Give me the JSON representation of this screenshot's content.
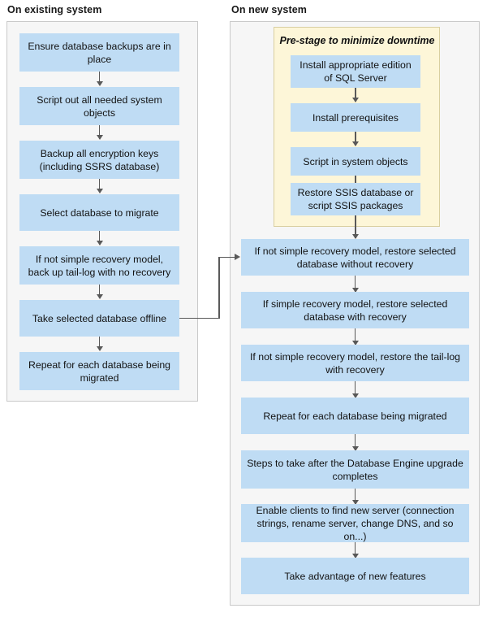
{
  "diagram": {
    "title_existing": "On existing system",
    "title_new": "On new system",
    "prestage_label": "Pre-stage to minimize downtime",
    "colors": {
      "node_fill": "#bfdcf4",
      "panel_fill": "#f6f6f6",
      "panel_border": "#c9c9c9",
      "prestage_fill": "#fdf6d8",
      "prestage_border": "#d9cfa0",
      "arrow": "#595959",
      "text": "#121212"
    }
  },
  "existing_system": {
    "steps": [
      {
        "id": "ensure-backups",
        "label": "Ensure database backups are in place"
      },
      {
        "id": "script-system-objects",
        "label": "Script out all needed system objects"
      },
      {
        "id": "backup-encryption-keys",
        "label": "Backup all encryption keys (including SSRS database)"
      },
      {
        "id": "select-database",
        "label": "Select database to migrate"
      },
      {
        "id": "backup-tail-log",
        "label": "If not simple recovery model, back up tail-log with no recovery"
      },
      {
        "id": "take-offline",
        "label": "Take selected database offline"
      },
      {
        "id": "repeat-each-database",
        "label": "Repeat for each database being migrated"
      }
    ]
  },
  "new_system": {
    "prestage_steps": [
      {
        "id": "install-sql-server",
        "label": "Install appropriate edition of SQL Server"
      },
      {
        "id": "install-prerequisites",
        "label": "Install prerequisites"
      },
      {
        "id": "script-in-system-objects",
        "label": "Script in system objects"
      },
      {
        "id": "restore-ssis",
        "label": "Restore SSIS database or script SSIS packages"
      }
    ],
    "steps": [
      {
        "id": "restore-without-recovery",
        "label": "If not simple recovery model, restore selected database without recovery"
      },
      {
        "id": "restore-with-recovery",
        "label": "If simple recovery model, restore selected database with recovery"
      },
      {
        "id": "restore-tail-log",
        "label": "If not simple recovery model, restore the tail-log with recovery"
      },
      {
        "id": "repeat-each-database",
        "label": "Repeat for each database being migrated"
      },
      {
        "id": "post-upgrade-steps",
        "label": "Steps to take after the Database Engine upgrade completes"
      },
      {
        "id": "enable-clients",
        "label": "Enable clients to find new server (connection strings, rename server, change DNS, and so on...)"
      },
      {
        "id": "new-features",
        "label": "Take advantage of new features"
      }
    ]
  }
}
